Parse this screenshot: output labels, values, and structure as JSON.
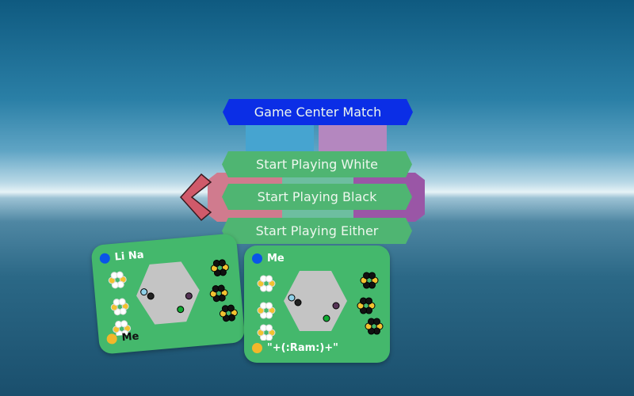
{
  "menu": {
    "title": "Game Center Match",
    "buttons": [
      "Start Playing White",
      "Start Playing Black",
      "Start Playing Either"
    ]
  },
  "back_icon": "chevron-left-icon",
  "matches": [
    {
      "top_player": "Li Na",
      "top_color": "#0a55e8",
      "bottom_player": "Me",
      "bottom_color": "#f2b72a"
    },
    {
      "top_player": "Me",
      "top_color": "#0a55e8",
      "bottom_player": "\"+(:Ram:)+\"",
      "bottom_color": "#f2b72a"
    }
  ],
  "colors": {
    "title_bg": "#0b2ee6",
    "button_bg": "#4fb572",
    "card_bg": "#44b86c"
  }
}
